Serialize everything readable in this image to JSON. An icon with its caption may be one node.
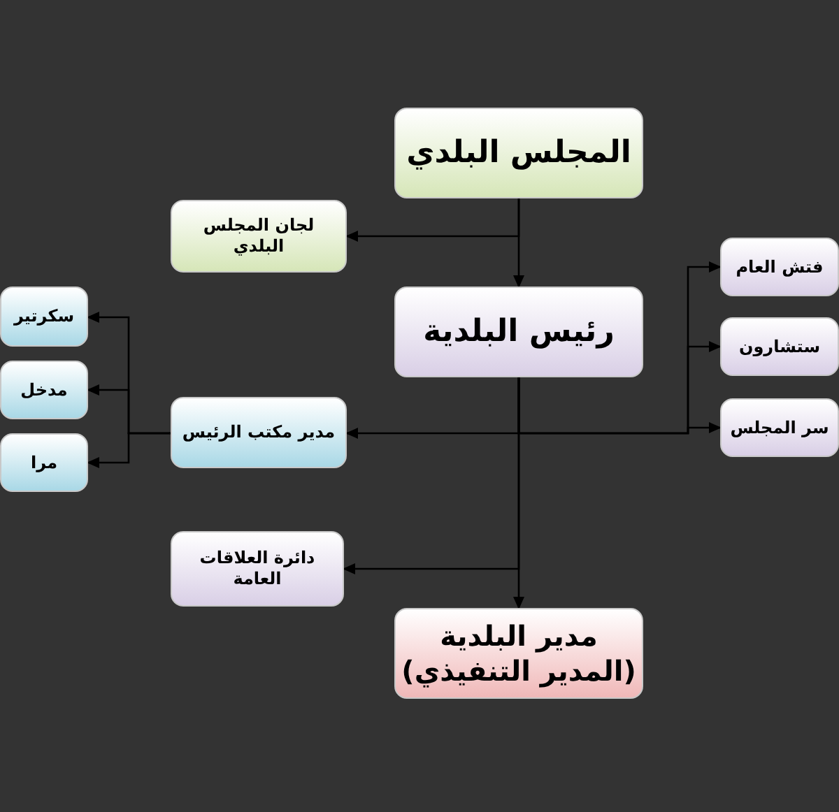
{
  "diagram": {
    "nodes": [
      {
        "text": [
          "المجلس البلدي"
        ]
      },
      {
        "text": [
          "لجان المجلس البلدي"
        ]
      },
      {
        "text": [
          "رئيس البلدية"
        ]
      },
      {
        "text": [
          "مدير مكتب الرئيس"
        ]
      },
      {
        "text": [
          "دائرة العلاقات العامة"
        ]
      },
      {
        "text": [
          "مدير البلدية (المدير التنفيذي)"
        ]
      },
      {
        "text": [
          "سكرتير"
        ]
      },
      {
        "text": [
          "مدخل"
        ]
      },
      {
        "text": [
          "مرا"
        ]
      },
      {
        "text": [
          "فتش العام"
        ]
      },
      {
        "text": [
          "ستشارون"
        ]
      },
      {
        "text": [
          "سر المجلس"
        ]
      }
    ],
    "edges": [
      {
        "from": 0,
        "to": 1,
        "arrow": "to"
      },
      {
        "from": 0,
        "to": 2,
        "arrow": "to"
      },
      {
        "from": 2,
        "to": 5,
        "arrow": "to"
      },
      {
        "from": 2,
        "to": 3,
        "arrow": "to"
      },
      {
        "from": 2,
        "to": 4,
        "arrow": "to"
      },
      {
        "from": 3,
        "to": 6,
        "arrow": "to"
      },
      {
        "from": 3,
        "to": 7,
        "arrow": "to"
      },
      {
        "from": 3,
        "to": 8,
        "arrow": "to"
      },
      {
        "from": 2,
        "to": 9,
        "arrow": "to"
      },
      {
        "from": 2,
        "to": 10,
        "arrow": "to"
      },
      {
        "from": 2,
        "to": 11,
        "arrow": "to"
      }
    ]
  }
}
